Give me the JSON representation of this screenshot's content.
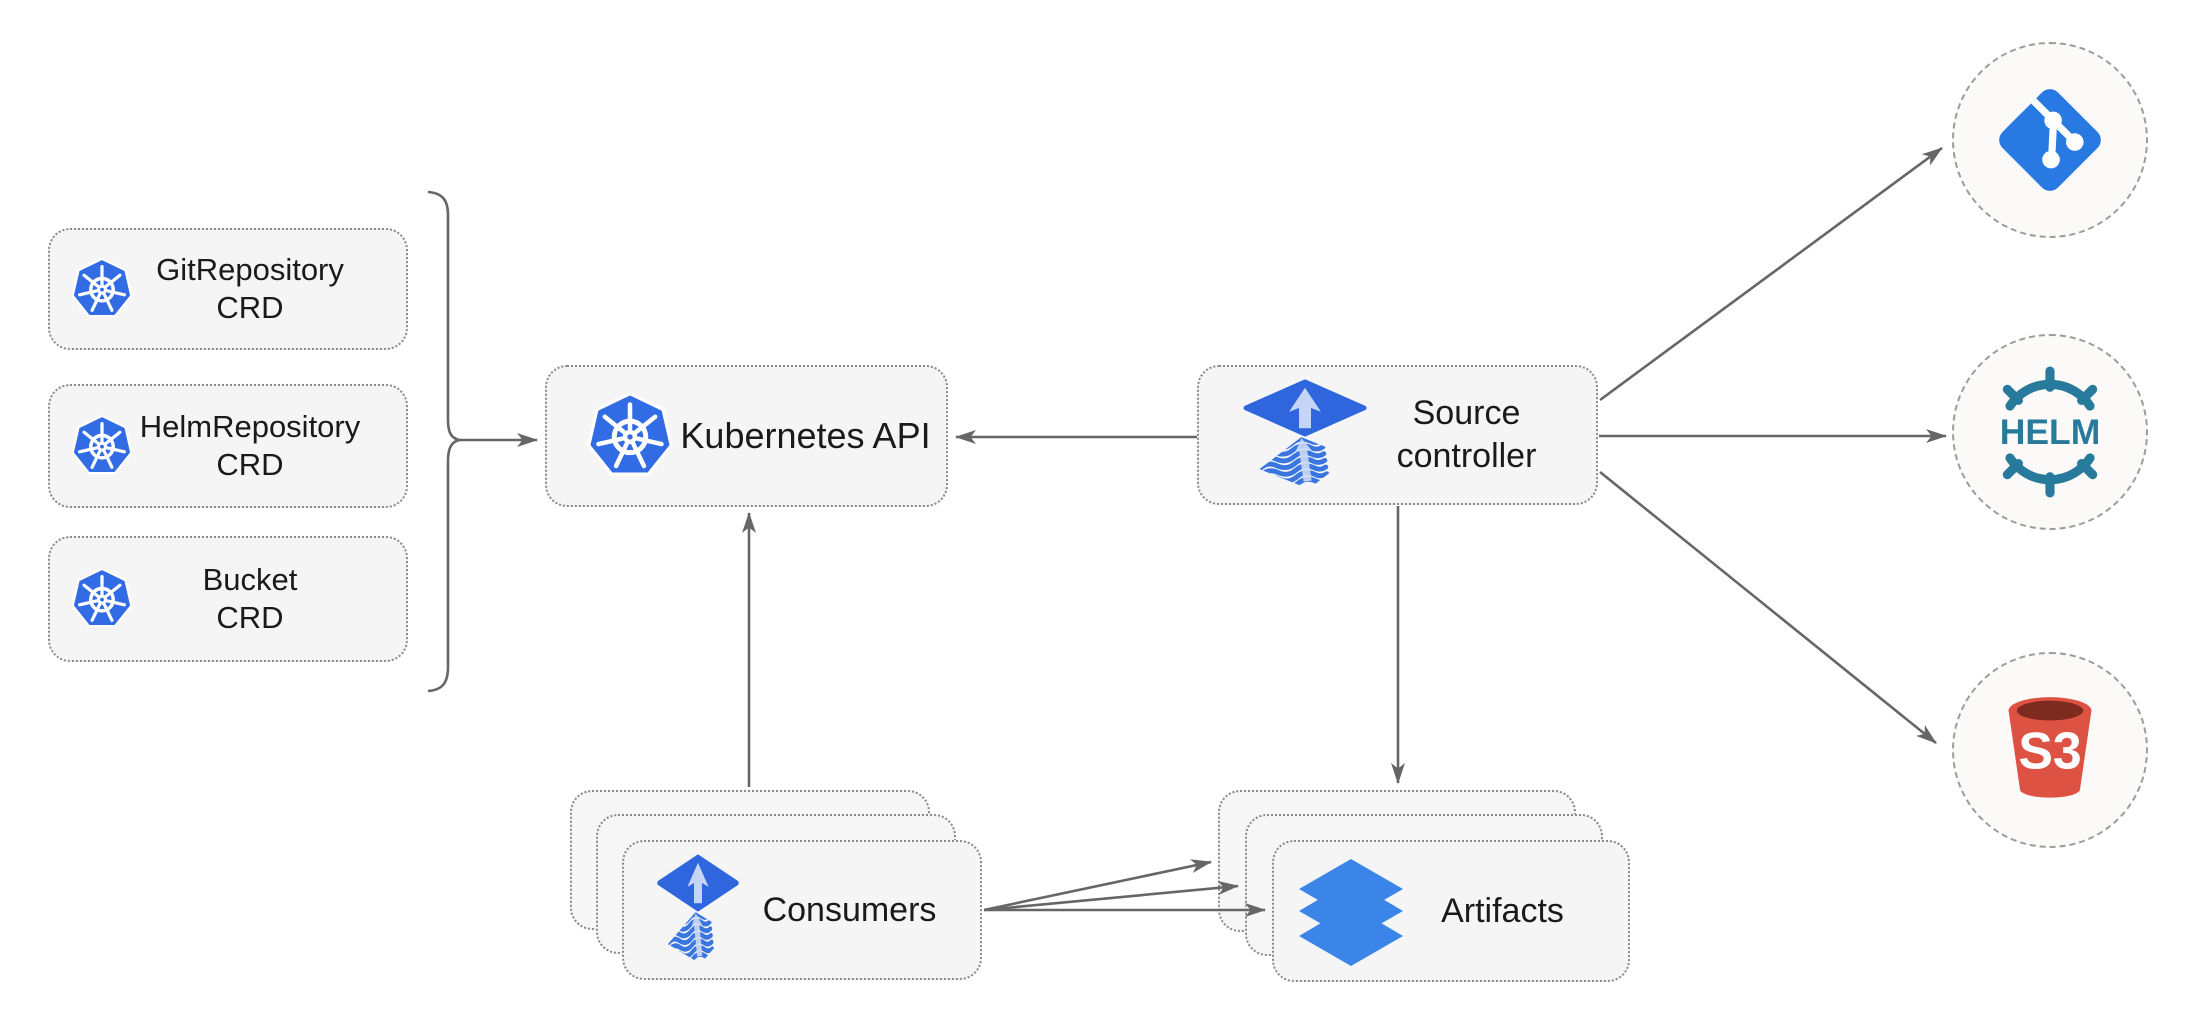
{
  "diagram": {
    "type": "architecture-diagram",
    "nodes": {
      "crd_boxes": [
        {
          "line1": "GitRepository",
          "line2": "CRD",
          "icon": "kubernetes-icon"
        },
        {
          "line1": "HelmRepository",
          "line2": "CRD",
          "icon": "kubernetes-icon"
        },
        {
          "line1": "Bucket",
          "line2": "CRD",
          "icon": "kubernetes-icon"
        }
      ],
      "kubernetes_api": {
        "label": "Kubernetes API",
        "icon": "kubernetes-icon"
      },
      "source_controller": {
        "line1": "Source",
        "line2": "controller",
        "icon": "flux-icon"
      },
      "consumers": {
        "label": "Consumers",
        "icon": "flux-icon",
        "stacked": true
      },
      "artifacts": {
        "label": "Artifacts",
        "icon": "layers-icon",
        "stacked": true
      },
      "git_remote": {
        "icon": "git-icon"
      },
      "helm_remote": {
        "label": "HELM",
        "icon": "helm-icon"
      },
      "s3_remote": {
        "label": "S3",
        "icon": "s3-bucket-icon"
      }
    },
    "edges": [
      {
        "from": "crd-bracket",
        "to": "kubernetes-api"
      },
      {
        "from": "source-controller",
        "to": "kubernetes-api"
      },
      {
        "from": "consumers",
        "to": "kubernetes-api"
      },
      {
        "from": "source-controller",
        "to": "git-remote"
      },
      {
        "from": "source-controller",
        "to": "helm-remote"
      },
      {
        "from": "source-controller",
        "to": "s3-remote"
      },
      {
        "from": "source-controller",
        "to": "artifacts"
      },
      {
        "from": "consumers",
        "to": "artifacts"
      },
      {
        "from": "consumers",
        "to": "artifacts"
      },
      {
        "from": "consumers",
        "to": "artifacts"
      }
    ],
    "colors": {
      "kubernetes_blue": "#326ce5",
      "flux_blue": "#2f66de",
      "flux_arrow_light": "#c5d5f6",
      "git_blue": "#2979e2",
      "helm_teal": "#277a9b",
      "s3_red": "#dd5242",
      "s3_dark": "#7d2b1e",
      "layers_blue": "#3c85e8",
      "arrow_gray": "#666666",
      "node_fill": "#f5f5f5",
      "node_border": "#8a8a8a",
      "circle_fill": "#fbfaf8",
      "circle_border": "#9c9c9c",
      "text_color": "#1a1a1a"
    }
  }
}
